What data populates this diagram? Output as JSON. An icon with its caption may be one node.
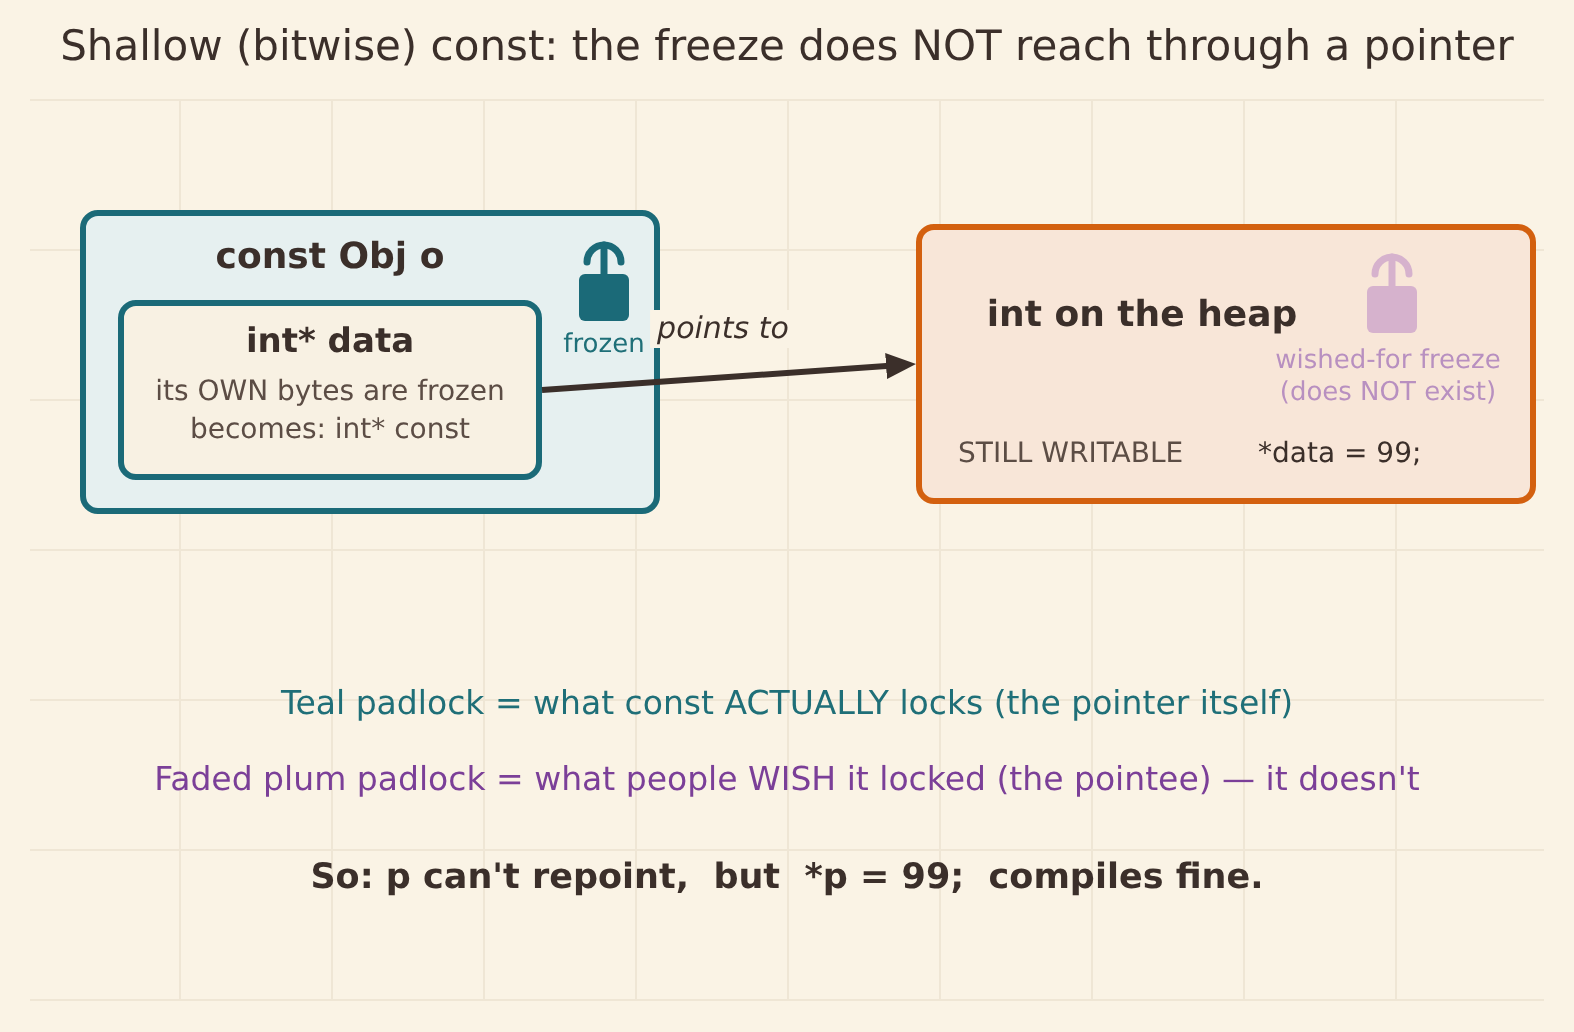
{
  "diagram": {
    "title": "Shallow (bitwise) const: the freeze does NOT reach through a pointer",
    "nodes": [
      {
        "text": [
          "const Obj o"
        ]
      },
      {
        "text": [
          "int* data",
          "its OWN bytes are frozen",
          "becomes: int* const"
        ],
        "in": 0
      },
      {
        "text": [
          "int on the heap",
          "STILL WRITABLE",
          "*data = 99;"
        ]
      }
    ],
    "edges": [
      {
        "from": 1,
        "to": 2,
        "arrow": "to",
        "label": "points to"
      }
    ],
    "labels": [
      "frozen",
      "wished-for freeze (does NOT exist)",
      "Teal padlock = what const ACTUALLY locks (the pointer itself)",
      "Faded plum padlock = what people WISH it locked (the pointee) — it doesn't",
      "So: p can't repoint,  but  *p = 99;  compiles fine."
    ]
  }
}
